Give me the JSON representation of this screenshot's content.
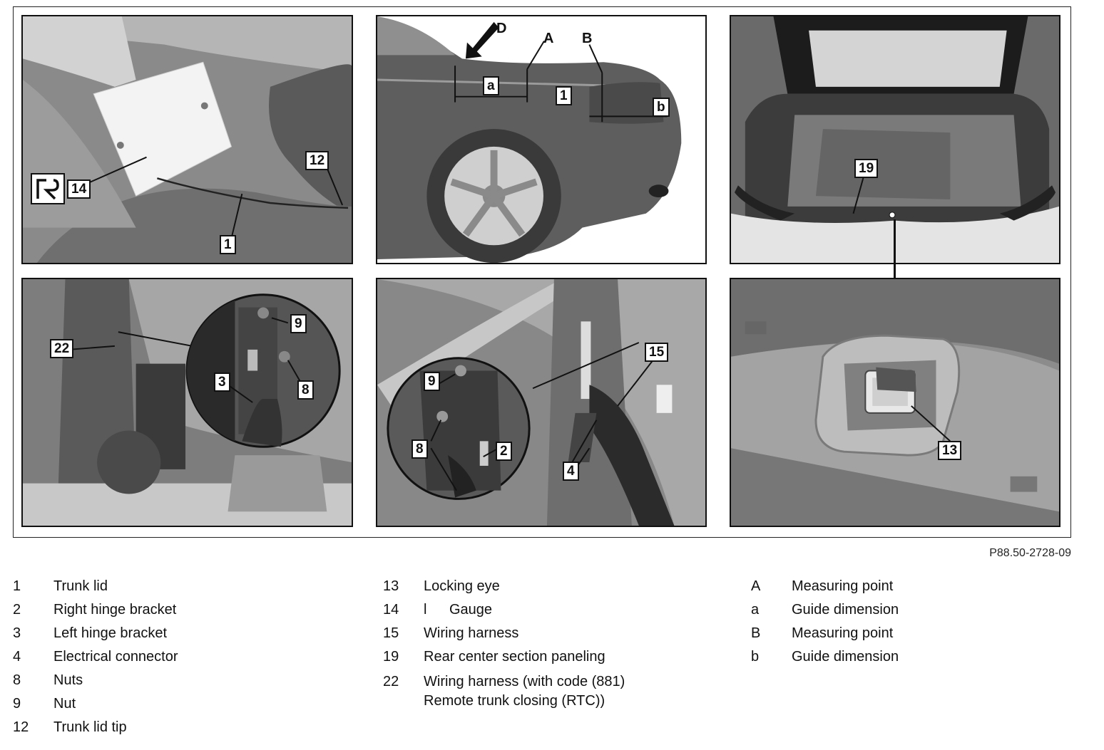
{
  "figure_id": "P88.50-2728-09",
  "panels": {
    "p1": {
      "callouts": [
        "14",
        "12",
        "1"
      ]
    },
    "p2": {
      "letters": [
        "D",
        "A",
        "B"
      ],
      "dims": [
        "a",
        "b"
      ],
      "callouts": [
        "1"
      ]
    },
    "p3": {
      "callouts": [
        "19"
      ]
    },
    "p4": {
      "callouts": [
        "22",
        "9",
        "3",
        "8"
      ]
    },
    "p5": {
      "callouts": [
        "9",
        "15",
        "8",
        "2",
        "4"
      ]
    },
    "p6": {
      "callouts": [
        "13"
      ]
    }
  },
  "legend": {
    "col1": [
      {
        "num": "1",
        "text": "Trunk lid"
      },
      {
        "num": "2",
        "text": "Right hinge bracket"
      },
      {
        "num": "3",
        "text": "Left hinge bracket"
      },
      {
        "num": "4",
        "text": "Electrical connector"
      },
      {
        "num": "8",
        "text": "Nuts"
      },
      {
        "num": "9",
        "text": "Nut"
      },
      {
        "num": "12",
        "text": "Trunk lid tip"
      }
    ],
    "col2": [
      {
        "num": "13",
        "text": "Locking eye"
      },
      {
        "num": "14",
        "prefix": "l",
        "text": "Gauge"
      },
      {
        "num": "15",
        "text": "Wiring harness"
      },
      {
        "num": "19",
        "text": "Rear center section paneling"
      },
      {
        "num": "22",
        "text": "Wiring harness (with code (881)",
        "text2": "Remote trunk closing (RTC))"
      }
    ],
    "col3": [
      {
        "num": "A",
        "text": "Measuring point"
      },
      {
        "num": "a",
        "text": "Guide dimension"
      },
      {
        "num": "B",
        "text": "Measuring point"
      },
      {
        "num": "b",
        "text": "Guide dimension"
      }
    ]
  }
}
